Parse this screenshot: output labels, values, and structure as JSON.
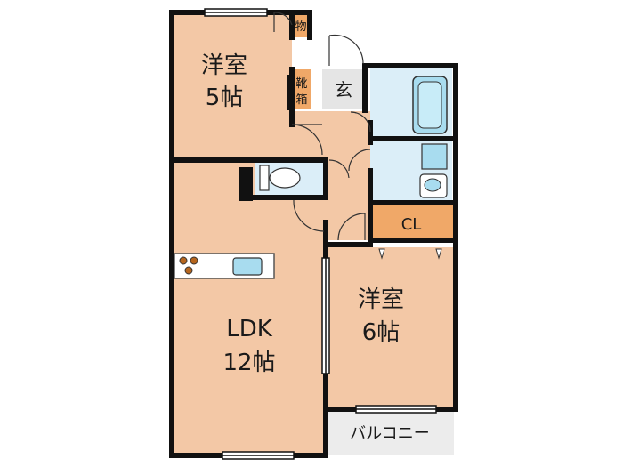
{
  "rooms": {
    "western_5": {
      "name": "洋室",
      "size": "5帖"
    },
    "western_6": {
      "name": "洋室",
      "size": "6帖"
    },
    "ldk": {
      "name": "LDK",
      "size": "12帖"
    },
    "entrance": {
      "name": "玄"
    },
    "storage": {
      "name": "物"
    },
    "shoe_box": {
      "line1": "靴",
      "line2": "箱"
    },
    "closet": {
      "name": "CL"
    },
    "balcony": {
      "name": "バルコニー"
    }
  },
  "colors": {
    "room_fill": "#f3c8a6",
    "wet_fill": "#dbeef8",
    "closet_fill": "#f0a868",
    "entrance_fill": "#e5e5e5",
    "wall": "#111111",
    "fixture": "#a8dcef"
  }
}
